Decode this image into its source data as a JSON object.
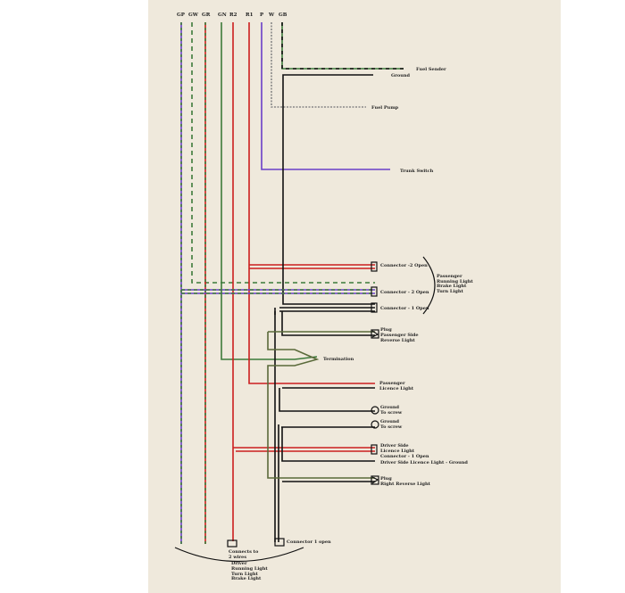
{
  "wire_codes": [
    "GP",
    "GW",
    "GR",
    "GN",
    "R2",
    "R1",
    "P",
    "W",
    "GB"
  ],
  "labels": {
    "fuel_sender": "Fuel Sender",
    "ground": "Ground",
    "fuel_pump": "Fuel Pump",
    "trunk_switch": "Trunk Switch",
    "conn2_open_a": "Connector -2  Open",
    "conn2_open_b": "Connector - 2 Open",
    "conn1_open": "Connector - 1 Open",
    "passenger_group": [
      "Passenger",
      "Running Light",
      "Brake Light",
      "Turn Light"
    ],
    "plug_passenger": [
      "Plug",
      "Passenger Side",
      "Reverse Light"
    ],
    "termination": "Termination",
    "passenger_licence": [
      "Passenger",
      "Licence Light"
    ],
    "ground_screw_1": [
      "Ground",
      "To screw"
    ],
    "ground_screw_2": [
      "Ground",
      "To screw"
    ],
    "driver_licence": [
      "Driver Side",
      "Licence Light",
      "Connector - 1 Open"
    ],
    "driver_licence_ground": "Driver Side Licence Light - Ground",
    "plug_right": [
      "Plug",
      "Right Reverse Light"
    ],
    "connects_2_wires": [
      "Connects to",
      "2 wires"
    ],
    "connector_1_open": "Connector 1 open",
    "driver_group": [
      "Driver",
      "Running Light",
      "Turn Light",
      "Brake Light"
    ]
  },
  "colors": {
    "red": "#cc1f1f",
    "green": "#3c7a3a",
    "purple": "#6a3fc8",
    "black": "#111111",
    "gray": "#888888",
    "olive": "#5a6a3a"
  }
}
